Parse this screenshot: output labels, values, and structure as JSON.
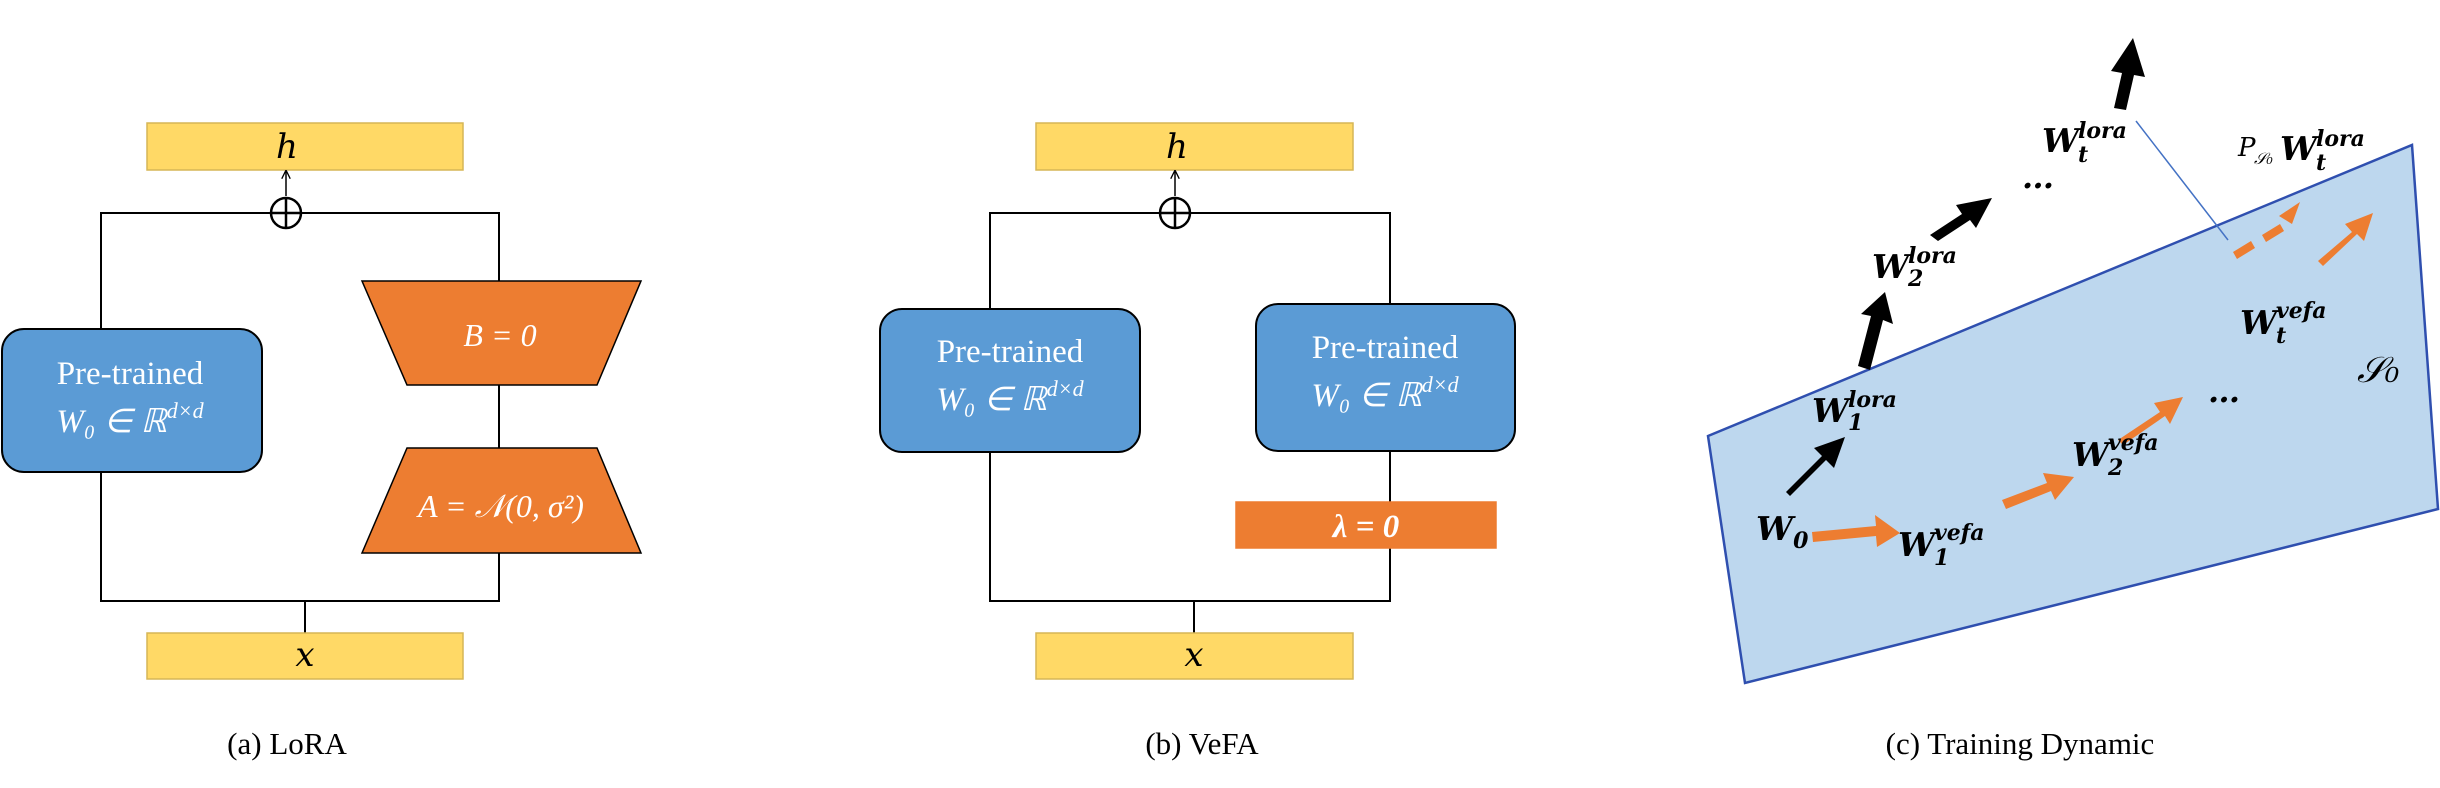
{
  "colors": {
    "yellow_box": "#FFD966",
    "yellow_border": "#D6B656",
    "blue_box": "#5B9BD5",
    "orange": "#ED7D31",
    "plane_fill": "#BDD7EE",
    "plane_border": "#2F4FAF",
    "line": "#000000"
  },
  "panel_a": {
    "caption": "(a) LoRA",
    "output_label": "h",
    "input_label": "x",
    "pretrained_title": "Pre-trained",
    "pretrained_math": "W₀ ∈ ℝ",
    "pretrained_sup": "d×d",
    "b_label": "B = 0",
    "a_label": "A = 𝒩(0, σ²)"
  },
  "panel_b": {
    "caption": "(b) VeFA",
    "output_label": "h",
    "input_label": "x",
    "left_title": "Pre-trained",
    "left_math": "W₀ ∈ ℝ",
    "left_sup": "d×d",
    "right_title": "Pre-trained",
    "right_math": "W₀ ∈ ℝ",
    "right_sup": "d×d",
    "lambda_label": "λ = 0"
  },
  "panel_c": {
    "caption": "(c) Training Dynamic",
    "subspace_label": "𝒮₀",
    "w0": "W",
    "w0_sub": "0",
    "lora_1": "W",
    "lora_1_sup": "lora",
    "lora_1_sub": "1",
    "lora_2": "W",
    "lora_2_sup": "lora",
    "lora_2_sub": "2",
    "lora_t": "W",
    "lora_t_sup": "lora",
    "lora_t_sub": "t",
    "vefa_1": "W",
    "vefa_1_sup": "vefa",
    "vefa_1_sub": "1",
    "vefa_2": "W",
    "vefa_2_sup": "vefa",
    "vefa_2_sub": "2",
    "vefa_t": "W",
    "vefa_t_sup": "vefa",
    "vefa_t_sub": "t",
    "proj_p": "P",
    "proj_sub": "𝒮₀",
    "proj_w": "W",
    "proj_sup": "lora",
    "proj_wsub": "t",
    "dots": "…"
  }
}
